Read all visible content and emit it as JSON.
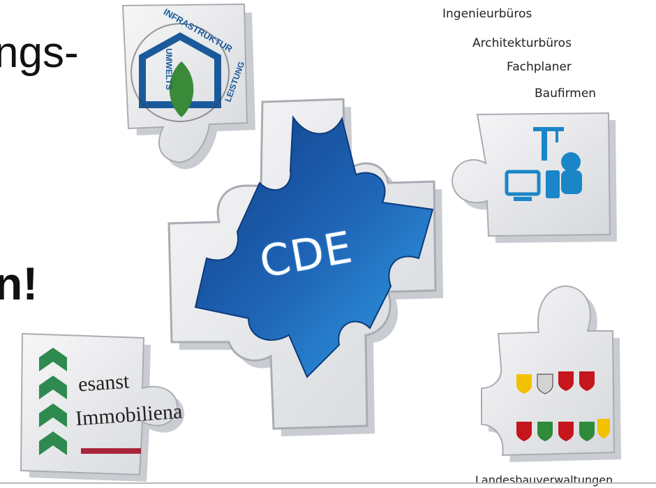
{
  "left_text": {
    "line1": "ngs-",
    "line2": "n!"
  },
  "stakeholders": {
    "ingenieurbueros": "Ingenieurbüros",
    "architekturbueros": "Architekturbüros",
    "fachplaner": "Fachplaner",
    "baufirmen": "Baufirmen",
    "landesbauverwaltungen": "Landesbauverwaltungen"
  },
  "center_piece": {
    "label": "CDE",
    "color": "#1f63b5"
  },
  "infra_piece": {
    "ring_top": "INFRASTRUKTUR",
    "ring_left": "UMWELTS",
    "ring_right": "LEISTUNG"
  },
  "bima_piece": {
    "line1": "esanst",
    "line2": "Immobiliena"
  },
  "colors": {
    "puzzle_face": "#e9eaec",
    "puzzle_edge": "#b9bcc1",
    "cde_blue": "#1f63b5",
    "icon_blue": "#1a86c7",
    "logo_green": "#3a8a3a"
  }
}
